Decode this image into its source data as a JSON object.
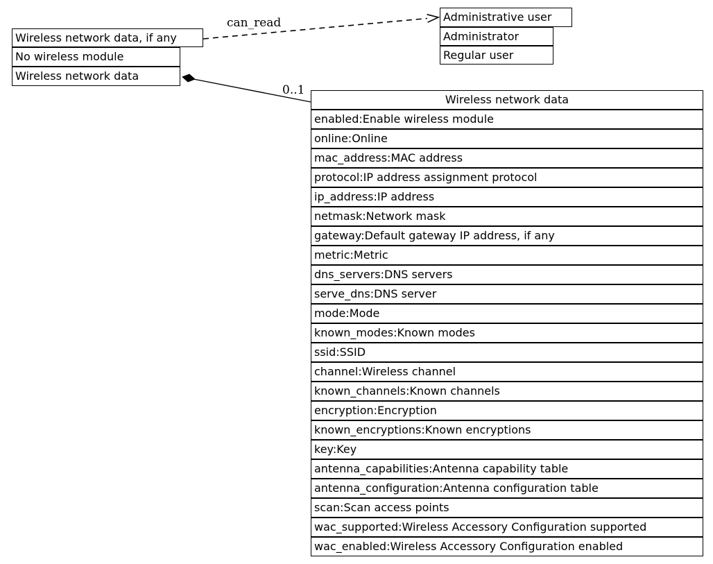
{
  "nodes": {
    "association": {
      "rows": [
        "Wireless network data, if any",
        "No wireless module",
        "Wireless network data"
      ]
    },
    "users": {
      "rows": [
        "Administrative user",
        "Administrator",
        "Regular user"
      ]
    },
    "wireless": {
      "title": "Wireless network data",
      "attributes": [
        "enabled:Enable wireless module",
        "online:Online",
        "mac_address:MAC address",
        "protocol:IP address assignment protocol",
        "ip_address:IP address",
        "netmask:Network mask",
        "gateway:Default gateway IP address, if any",
        "metric:Metric",
        "dns_servers:DNS servers",
        "serve_dns:DNS server",
        "mode:Mode",
        "known_modes:Known modes",
        "ssid:SSID",
        "channel:Wireless channel",
        "known_channels:Known channels",
        "encryption:Encryption",
        "known_encryptions:Known encryptions",
        "key:Key",
        "antenna_capabilities:Antenna capability table",
        "antenna_configuration:Antenna configuration table",
        "scan:Scan access points",
        "wac_supported:Wireless Accessory Configuration supported",
        "wac_enabled:Wireless Accessory Configuration enabled"
      ]
    }
  },
  "edges": {
    "can_read_label": "can_read",
    "multiplicity_label": "0..1"
  },
  "colors": {
    "background": "#ffffff",
    "stroke": "#000000",
    "text": "#000000"
  }
}
